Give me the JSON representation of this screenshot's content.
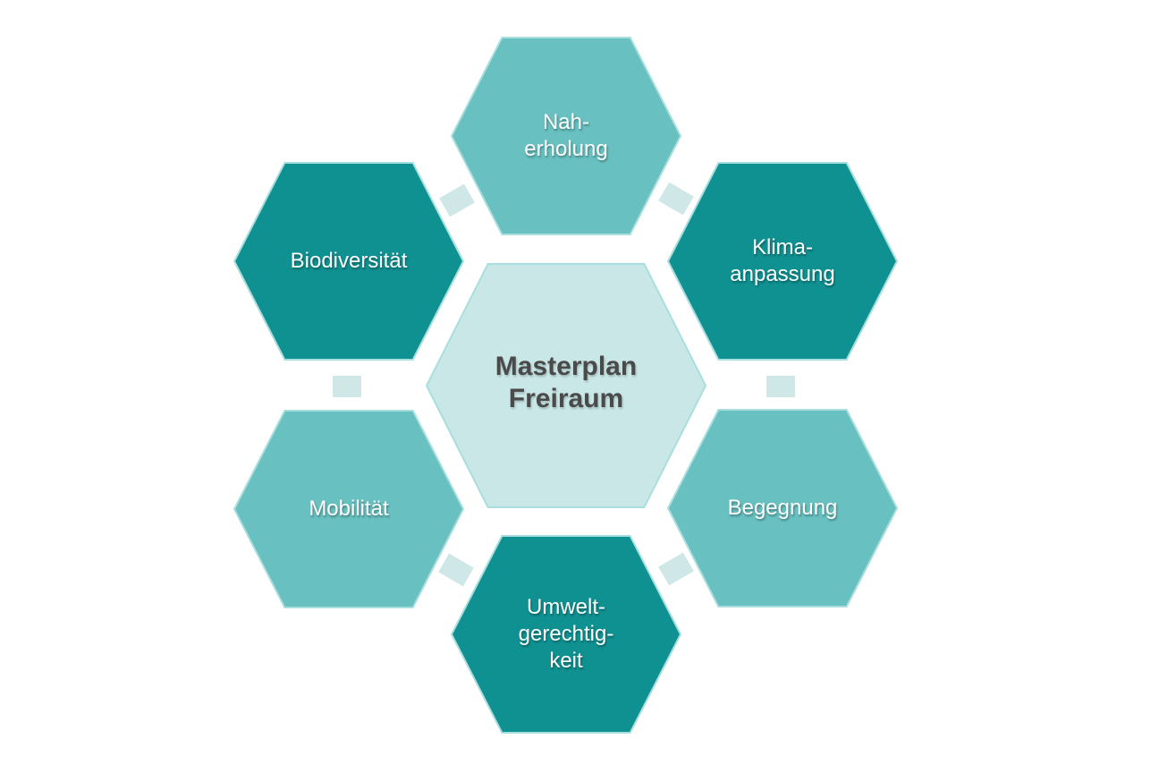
{
  "colors": {
    "dark": "#109191",
    "medium": "#68c0c0",
    "light": "#c9e7e7",
    "connector": "#cfe7e7",
    "center_text": "#4a4a4a"
  },
  "center": {
    "lines": [
      "Masterplan",
      "Freiraum"
    ]
  },
  "nodes": [
    {
      "id": "naherholung",
      "lines": [
        "Nah-",
        "erholung"
      ],
      "shade": "medium"
    },
    {
      "id": "klimaanpassung",
      "lines": [
        "Klima-",
        "anpassung"
      ],
      "shade": "dark"
    },
    {
      "id": "begegnung",
      "lines": [
        "Begegnung"
      ],
      "shade": "medium"
    },
    {
      "id": "umweltgerechtigkeit",
      "lines": [
        "Umwelt-",
        "gerechtig-",
        "keit"
      ],
      "shade": "dark"
    },
    {
      "id": "mobilitaet",
      "lines": [
        "Mobilität"
      ],
      "shade": "medium"
    },
    {
      "id": "biodiversitaet",
      "lines": [
        "Biodiversität"
      ],
      "shade": "dark"
    }
  ]
}
